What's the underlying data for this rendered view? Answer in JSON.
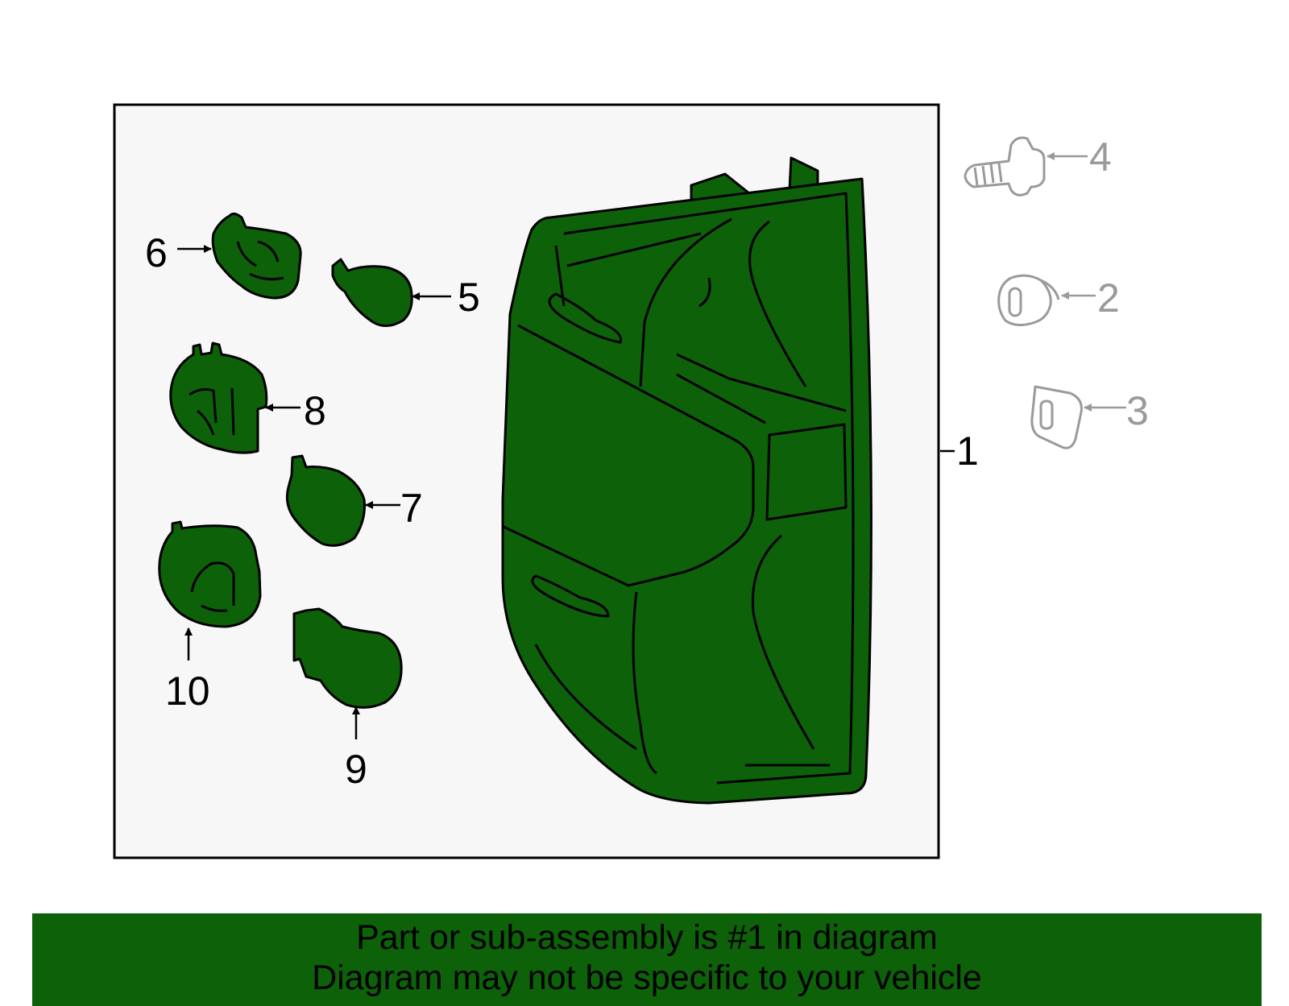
{
  "colors": {
    "part_fill": "#0d6109",
    "box_fill": "#f7f7f7",
    "outline": "#000000",
    "related_part_grey": "#9a9a9a",
    "banner_fill": "#0d6109"
  },
  "callouts": {
    "c1": "1",
    "c2": "2",
    "c3": "3",
    "c4": "4",
    "c5": "5",
    "c6": "6",
    "c7": "7",
    "c8": "8",
    "c9": "9",
    "c10": "10"
  },
  "banner": {
    "line1": "Part or sub-assembly is #1 in diagram",
    "line2": "Diagram may not be specific to your vehicle"
  }
}
